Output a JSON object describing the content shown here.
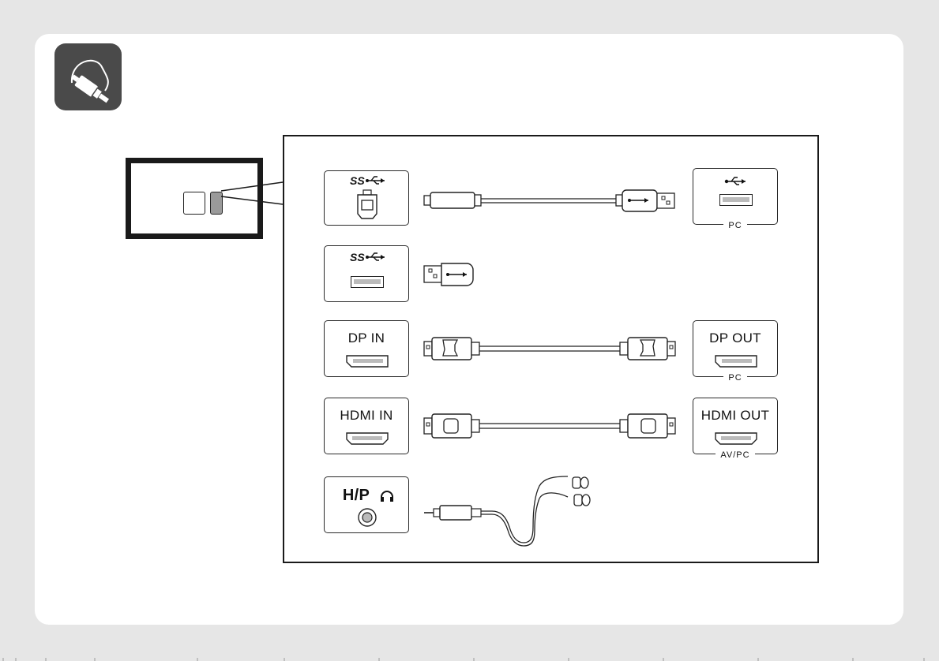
{
  "ports": {
    "dp_in": "DP IN",
    "hdmi_in": "HDMI IN",
    "hp": "H/P"
  },
  "targets": {
    "dp_out": "DP OUT",
    "hdmi_out": "HDMI OUT"
  },
  "captions": {
    "usb_pc": "PC",
    "dp_pc": "PC",
    "hdmi_avpc": "AV/PC"
  },
  "icons": {
    "badge": "cable-plug-icon",
    "usb": "usb-icon",
    "superspeed": "usb-superspeed-icon",
    "headphone": "headphone-icon"
  },
  "colors": {
    "page": "#e6e6e6",
    "card": "#ffffff",
    "badge": "#4a4a4a",
    "line": "#1a1a1a",
    "highlight": "#9a9a9a"
  }
}
